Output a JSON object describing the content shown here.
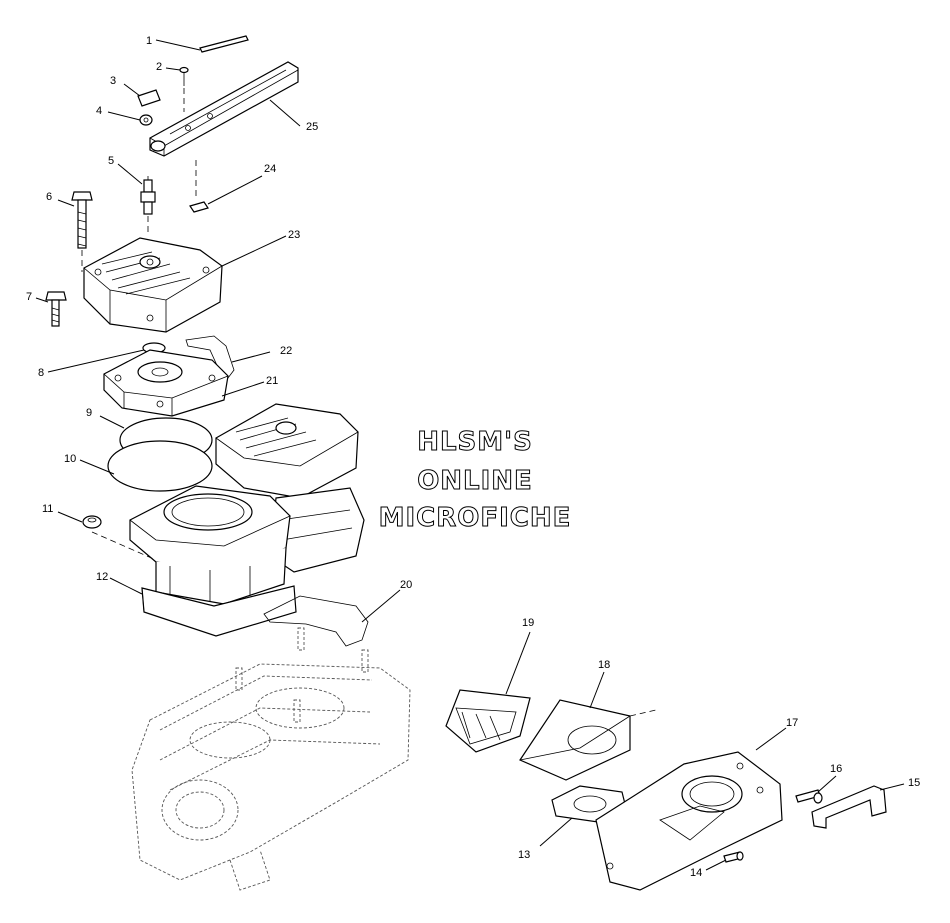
{
  "watermark": {
    "line1": "HLSM'S",
    "line2": "ONLINE",
    "line3": "MICROFICHE"
  },
  "callouts": {
    "c1": "1",
    "c2": "2",
    "c3": "3",
    "c4": "4",
    "c5": "5",
    "c6": "6",
    "c7": "7",
    "c8": "8",
    "c9": "9",
    "c10": "10",
    "c11": "11",
    "c12": "12",
    "c13": "13",
    "c14": "14",
    "c15": "15",
    "c16": "16",
    "c17": "17",
    "c18": "18",
    "c19": "19",
    "c20": "20",
    "c21": "21",
    "c22": "22",
    "c23": "23",
    "c24": "24",
    "c25": "25"
  }
}
